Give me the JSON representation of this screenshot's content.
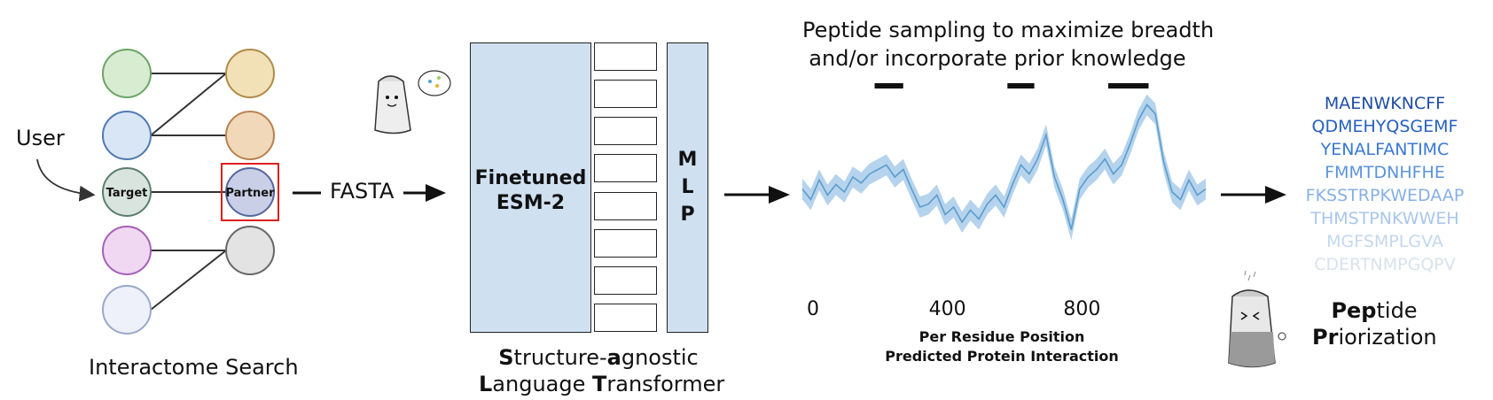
{
  "interactome": {
    "user_label": "User",
    "target_label": "Target",
    "partner_label": "Partner",
    "fasta_label": "FASTA",
    "caption": "Interactome Search",
    "colors": {
      "left_nodes": [
        "#d8ecd2",
        "#d9e6f6",
        "#d9e4df",
        "#f0d8f3",
        "#eef1f9"
      ],
      "left_strokes": [
        "#6aa564",
        "#4f7ab0",
        "#5a7f6e",
        "#a460b5",
        "#9aa8c8"
      ],
      "right_nodes": [
        "#f2e1b6",
        "#f0d8b8",
        "#c9cfe6",
        "#e3e3e3"
      ],
      "right_strokes": [
        "#b08a4a",
        "#b98250",
        "#5566a0",
        "#666666"
      ],
      "highlight": "#e02020"
    }
  },
  "model": {
    "esm_label_line1": "Finetuned",
    "esm_label_line2": "ESM-2",
    "mlp_letters": [
      "M",
      "L",
      "P"
    ],
    "caption_line1_bold1": "S",
    "caption_line1_rest1": "tructure-",
    "caption_line1_bold2": "a",
    "caption_line1_rest2": "gnostic",
    "caption_line2_bold1": "L",
    "caption_line2_rest1": "anguage ",
    "caption_line2_bold2": "T",
    "caption_line2_rest2": "ransformer",
    "color": "#cfe0f1"
  },
  "sampling": {
    "title_line1": "Peptide sampling to maximize breadth",
    "title_line2": "and/or incorporate prior knowledge",
    "xlabel_line1": "Per Residue Position",
    "xlabel_line2": "Predicted Protein Interaction",
    "line_color": "#5b9ccd",
    "band_color": "#b5d3ec"
  },
  "chart_data": {
    "type": "line",
    "x_ticks": [
      "0",
      "400",
      "800"
    ],
    "xlim": [
      0,
      1200
    ],
    "series": [
      {
        "x": [
          0,
          25,
          50,
          75,
          100,
          125,
          150,
          175,
          200,
          225,
          250,
          275,
          300,
          325,
          350,
          375,
          400,
          425,
          450,
          475,
          500,
          525,
          550,
          575,
          600,
          625,
          650,
          675,
          700,
          725,
          750,
          775,
          800,
          825,
          850,
          875,
          900,
          925,
          950,
          975,
          1000,
          1025,
          1050,
          1075,
          1100,
          1125,
          1150,
          1175,
          1200
        ],
        "values": [
          0.42,
          0.35,
          0.48,
          0.38,
          0.45,
          0.4,
          0.5,
          0.46,
          0.52,
          0.55,
          0.58,
          0.5,
          0.55,
          0.42,
          0.3,
          0.32,
          0.38,
          0.25,
          0.3,
          0.2,
          0.28,
          0.22,
          0.32,
          0.38,
          0.3,
          0.45,
          0.58,
          0.52,
          0.62,
          0.78,
          0.5,
          0.35,
          0.15,
          0.42,
          0.5,
          0.55,
          0.62,
          0.52,
          0.58,
          0.72,
          0.88,
          0.98,
          0.92,
          0.6,
          0.4,
          0.35,
          0.48,
          0.38,
          0.42
        ],
        "band": 0.07
      }
    ],
    "highlighted_regions": [
      [
        215,
        300
      ],
      [
        610,
        690
      ],
      [
        910,
        1030
      ]
    ]
  },
  "prioritization": {
    "sequences": [
      "MAENWKNCFF",
      "QDMEHYQSGEMF",
      "YENALFANTIMC",
      "FMMTDNHFHE",
      "FKSSTRPKWEDAAP",
      "THMSTPNKWWEH",
      "MGFSMPLGVA",
      "CDERTNMPGQPV"
    ],
    "sequence_colors": [
      "#1f4ea3",
      "#2760c0",
      "#3a78d2",
      "#5b93de",
      "#86b0e6",
      "#a9c6ec",
      "#c4d7ef",
      "#d9e2ec"
    ],
    "label1_bold": "Pep",
    "label1_rest": "tide",
    "label2_bold": "Pr",
    "label2_rest": "iorization"
  }
}
